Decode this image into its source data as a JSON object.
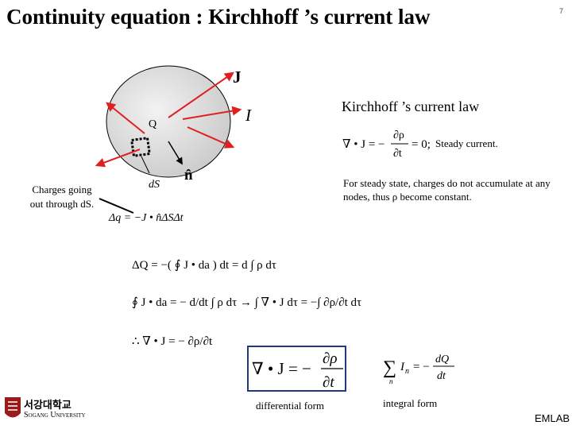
{
  "slide": {
    "title": "Continuity equation : Kirchhoff ’s current law",
    "page_number": "7",
    "kcl_label": "Kirchhoff ’s current law",
    "steady_note": "For steady state, charges do not accumulate at any nodes, thus ρ become constant.",
    "charges_note_line1": "Charges going",
    "charges_note_line2": "out through dS."
  },
  "diagram": {
    "label_J": "J",
    "label_I": "I",
    "label_Q": "Q",
    "label_n": "n̂",
    "label_dS": "dS",
    "arrow_color": "#e02020",
    "blob_color": "#d9d9d9"
  },
  "equations": {
    "steady_lhs": "∇ • J = −",
    "steady_num": "∂ρ",
    "steady_den": "∂t",
    "steady_rhs": "= 0;",
    "steady_label": "Steady current.",
    "dq": "Δq = −J • n̂ΔSΔt",
    "eq1": "ΔQ = −( ∮ J • da ) dt = d ∫ ρ dτ",
    "eq2": "∮ J • da = − d/dt ∫ ρ dτ → ∫ ∇ • J dτ = −∫ ∂ρ/∂t dτ",
    "eq3": "∴ ∇ • J = − ∂ρ/∂t",
    "boxed_lhs": "∇ • J = −",
    "boxed_num": "∂ρ",
    "boxed_den": "∂t",
    "integral_sum": "∑",
    "integral_sub": "n",
    "integral_I": "I",
    "integral_n": "n",
    "integral_eq": "= −",
    "integral_num": "dQ",
    "integral_den": "dt"
  },
  "captions": {
    "differential": "differential form",
    "integral": "integral form"
  },
  "footer": {
    "lab": "EMLAB",
    "university_kr": "서강대학교",
    "university_en": "Sogang University"
  }
}
